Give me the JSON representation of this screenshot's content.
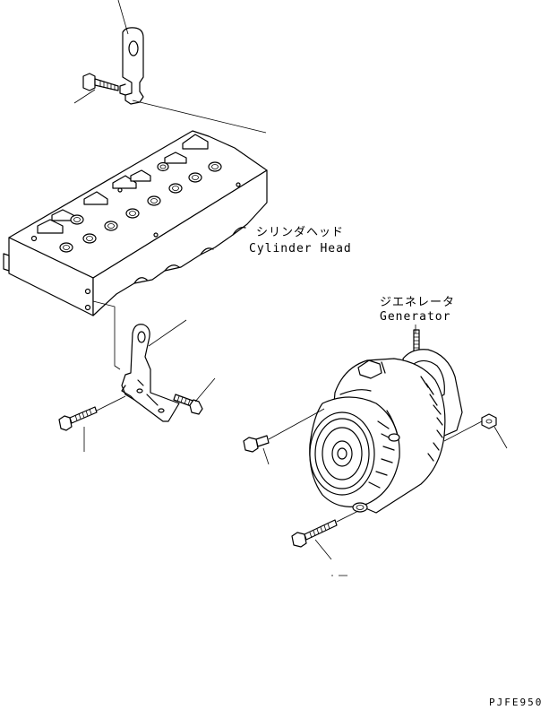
{
  "labels": {
    "cylinder_head_jp": "シリンダヘッド",
    "cylinder_head_en": "Cylinder Head",
    "generator_jp": "ジエネレータ",
    "generator_en": "Generator",
    "drawing_code": "PJFE950"
  }
}
